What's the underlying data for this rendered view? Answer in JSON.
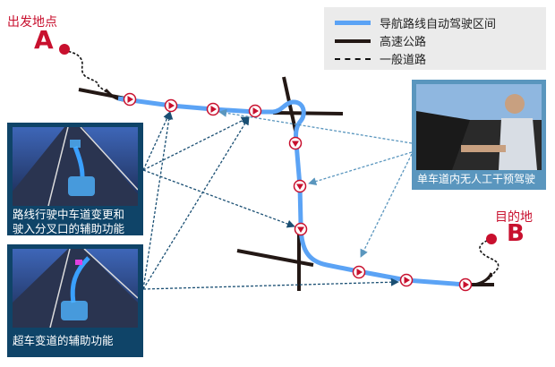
{
  "start": {
    "label": "出发地点",
    "letter": "A"
  },
  "end": {
    "label": "目的地",
    "letter": "B"
  },
  "legend": {
    "items": [
      {
        "label": "导航路线自动驾驶区间",
        "style": "solid-blue",
        "color": "#5ba3f5"
      },
      {
        "label": "高速公路",
        "style": "solid-black",
        "color": "#231815"
      },
      {
        "label": "一般道路",
        "style": "dashed-black",
        "color": "#111111"
      }
    ]
  },
  "panels": {
    "lane_change": {
      "caption_line1": "路线行驶中车道变更和",
      "caption_line2": "驶入分叉口的辅助功能"
    },
    "overtake": {
      "caption": "超车变道的辅助功能"
    },
    "hands_off": {
      "caption": "单车道内无人工干预驾驶"
    }
  },
  "colors": {
    "accent_red": "#c8102e",
    "route_blue": "#5ba3f5",
    "panel_navy": "#0f4468",
    "photo_frame": "#5a96be",
    "arrow_dark": "#1a4f73",
    "arrow_light": "#5a96be"
  }
}
